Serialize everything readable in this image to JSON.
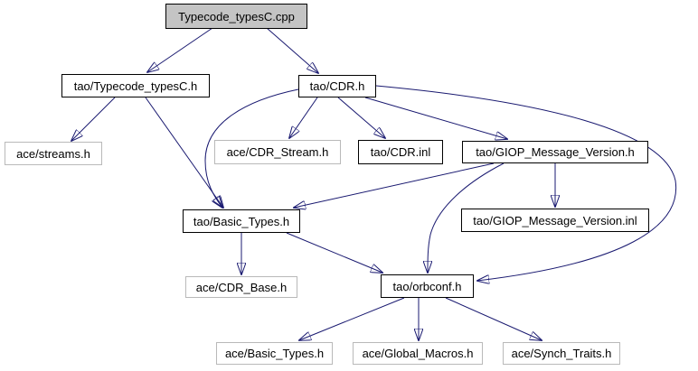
{
  "diagram": {
    "type": "include-dependency-graph",
    "background_color": "#ffffff",
    "edge_color": "#191970",
    "node_fill": "#ffffff",
    "node_border_color": "#000000",
    "external_node_border_color": "#b9b9b9",
    "source_node_fill": "#c4c4c4",
    "text_color": "#000000"
  },
  "nodes": [
    {
      "id": "typecode-typesc-cpp",
      "label": "Typecode_typesC.cpp",
      "type": "source"
    },
    {
      "id": "tao-typecode-typesc-h",
      "label": "tao/Typecode_typesC.h",
      "type": "internal"
    },
    {
      "id": "tao-cdr-h",
      "label": "tao/CDR.h",
      "type": "internal"
    },
    {
      "id": "ace-streams-h",
      "label": "ace/streams.h",
      "type": "external"
    },
    {
      "id": "ace-cdr-stream-h",
      "label": "ace/CDR_Stream.h",
      "type": "external"
    },
    {
      "id": "tao-cdr-inl",
      "label": "tao/CDR.inl",
      "type": "internal"
    },
    {
      "id": "tao-giop-message-version-h",
      "label": "tao/GIOP_Message_Version.h",
      "type": "internal"
    },
    {
      "id": "tao-basic-types-h",
      "label": "tao/Basic_Types.h",
      "type": "internal"
    },
    {
      "id": "tao-giop-message-version-inl",
      "label": "tao/GIOP_Message_Version.inl",
      "type": "internal"
    },
    {
      "id": "ace-cdr-base-h",
      "label": "ace/CDR_Base.h",
      "type": "external"
    },
    {
      "id": "tao-orbconf-h",
      "label": "tao/orbconf.h",
      "type": "internal"
    },
    {
      "id": "ace-basic-types-h",
      "label": "ace/Basic_Types.h",
      "type": "external"
    },
    {
      "id": "ace-global-macros-h",
      "label": "ace/Global_Macros.h",
      "type": "external"
    },
    {
      "id": "ace-synch-traits-h",
      "label": "ace/Synch_Traits.h",
      "type": "external"
    }
  ],
  "edges": [
    {
      "from": "Typecode_typesC.cpp",
      "to": "tao/Typecode_typesC.h"
    },
    {
      "from": "Typecode_typesC.cpp",
      "to": "tao/CDR.h"
    },
    {
      "from": "tao/Typecode_typesC.h",
      "to": "ace/streams.h"
    },
    {
      "from": "tao/Typecode_typesC.h",
      "to": "tao/Basic_Types.h"
    },
    {
      "from": "tao/CDR.h",
      "to": "ace/CDR_Stream.h"
    },
    {
      "from": "tao/CDR.h",
      "to": "tao/CDR.inl"
    },
    {
      "from": "tao/CDR.h",
      "to": "tao/GIOP_Message_Version.h"
    },
    {
      "from": "tao/CDR.h",
      "to": "tao/Basic_Types.h"
    },
    {
      "from": "tao/CDR.h",
      "to": "tao/orbconf.h"
    },
    {
      "from": "tao/GIOP_Message_Version.h",
      "to": "tao/GIOP_Message_Version.inl"
    },
    {
      "from": "tao/GIOP_Message_Version.h",
      "to": "tao/Basic_Types.h"
    },
    {
      "from": "tao/GIOP_Message_Version.h",
      "to": "tao/orbconf.h"
    },
    {
      "from": "tao/Basic_Types.h",
      "to": "ace/CDR_Base.h"
    },
    {
      "from": "tao/Basic_Types.h",
      "to": "tao/orbconf.h"
    },
    {
      "from": "tao/orbconf.h",
      "to": "ace/Basic_Types.h"
    },
    {
      "from": "tao/orbconf.h",
      "to": "ace/Global_Macros.h"
    },
    {
      "from": "tao/orbconf.h",
      "to": "ace/Synch_Traits.h"
    }
  ]
}
